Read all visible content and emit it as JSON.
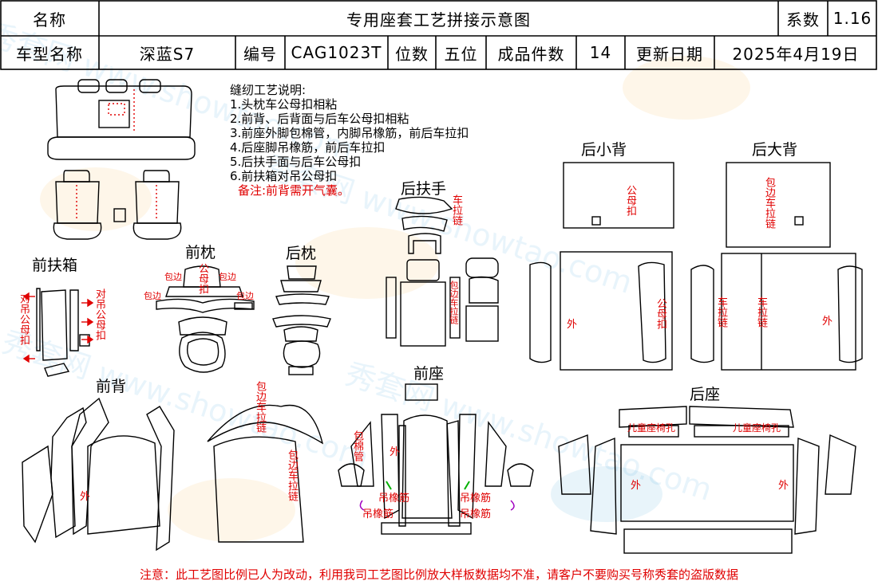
{
  "header": {
    "name_label": "名称",
    "title": "专用座套工艺拼接示意图",
    "coef_label": "系数",
    "coef_value": "1.16",
    "model_label": "车型名称",
    "model_value": "深蓝S7",
    "code_label": "编号",
    "code_value": "CAG1023T",
    "seats_label": "位数",
    "seats_value": "五位",
    "pieces_label": "成品件数",
    "pieces_value": "14",
    "update_label": "更新日期",
    "update_value": "2025年4月19日"
  },
  "instructions": {
    "heading": "缝纫工艺说明:",
    "items": [
      "1.头枕车公母扣相粘",
      "2.前背、后背面与后车公母扣相粘",
      "3.前座外脚包棉管，内脚吊橡筋，前后车拉扣",
      "4.后座脚吊橡筋，前后车拉扣",
      "5.后扶手面与后车公母扣",
      "6.前扶箱对吊公母扣"
    ],
    "note": "备注:前背需开气囊。"
  },
  "sections": {
    "front_armrest": "前扶箱",
    "front_headrest": "前枕",
    "rear_headrest": "后枕",
    "rear_armrest": "后扶手",
    "rear_small_back": "后小背",
    "rear_big_back": "后大背",
    "front_back": "前背",
    "front_seat": "前座",
    "rear_seat": "后座"
  },
  "annotations": {
    "pair_snap": "对吊公母扣",
    "snap": "公母扣",
    "edge": "包边",
    "zip": "车拉链",
    "edge_zip": "包边车拉链",
    "outer": "外",
    "foam_tube": "包棉管",
    "elastic": "吊橡筋",
    "child_seat": "儿童座椅孔"
  },
  "footer": "注意：此工艺图比例已人为改动，利用我司工艺图比例放大样板数据均不准，请客户不要购买号称秀套的盗版数据",
  "watermark": "秀套网 www.showtao.com",
  "colors": {
    "annotation": "#e00000",
    "line": "#000000"
  }
}
